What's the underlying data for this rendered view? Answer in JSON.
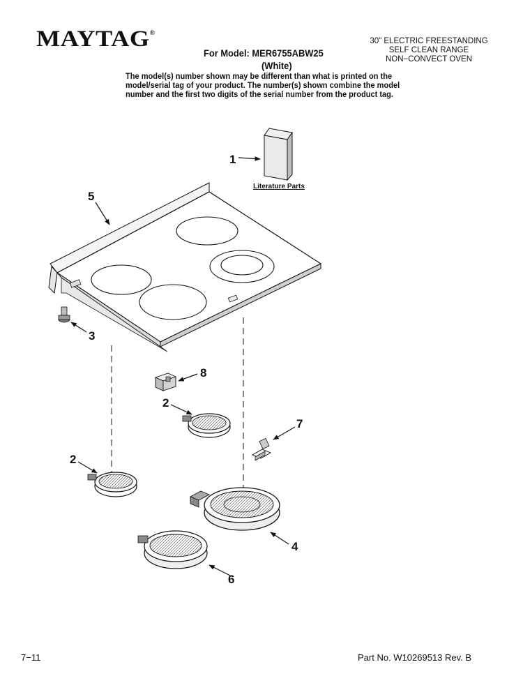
{
  "header": {
    "brand": "MAYTAG",
    "brand_mark": "®",
    "model_label": "For Model: MER6755ABW25",
    "color_label": "(White)",
    "product_description": [
      "30\" ELECTRIC FREESTANDING",
      "SELF CLEAN RANGE",
      "NON−CONVECT OVEN"
    ],
    "notice": [
      "The model(s) number shown may be different than what is printed on the",
      "model/serial tag of your product. The number(s) shown combine the model",
      "number and the first two digits of the serial number from the product tag."
    ]
  },
  "diagram": {
    "literature_label": "Literature Parts",
    "callouts": [
      "1",
      "2",
      "2",
      "3",
      "4",
      "5",
      "6",
      "7",
      "8"
    ]
  },
  "footer": {
    "page": "7−11",
    "part_number": "Part No. W10269513 Rev. B"
  }
}
